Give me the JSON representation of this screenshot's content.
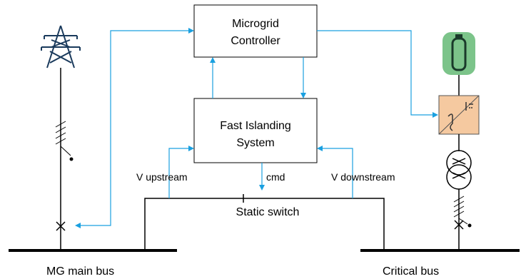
{
  "blocks": {
    "controller": {
      "line1": "Microgrid",
      "line2": "Controller"
    },
    "islanding": {
      "line1": "Fast Islanding",
      "line2": "System"
    }
  },
  "signals": {
    "v_upstream": "V upstream",
    "cmd": "cmd",
    "v_downstream": "V downstream"
  },
  "switch": {
    "label": "Static switch"
  },
  "buses": {
    "main": "MG main bus",
    "critical": "Critical bus"
  },
  "colors": {
    "signal": "#1aa0e0",
    "battery_fill": "#7cc48a",
    "converter_fill": "#f5c9a0",
    "wire": "#000000"
  },
  "icons": {
    "grid": "transmission-tower-icon",
    "battery": "battery-icon",
    "converter": "dc-ac-converter-icon",
    "transformer": "transformer-icon",
    "breaker": "breaker-x-icon"
  }
}
